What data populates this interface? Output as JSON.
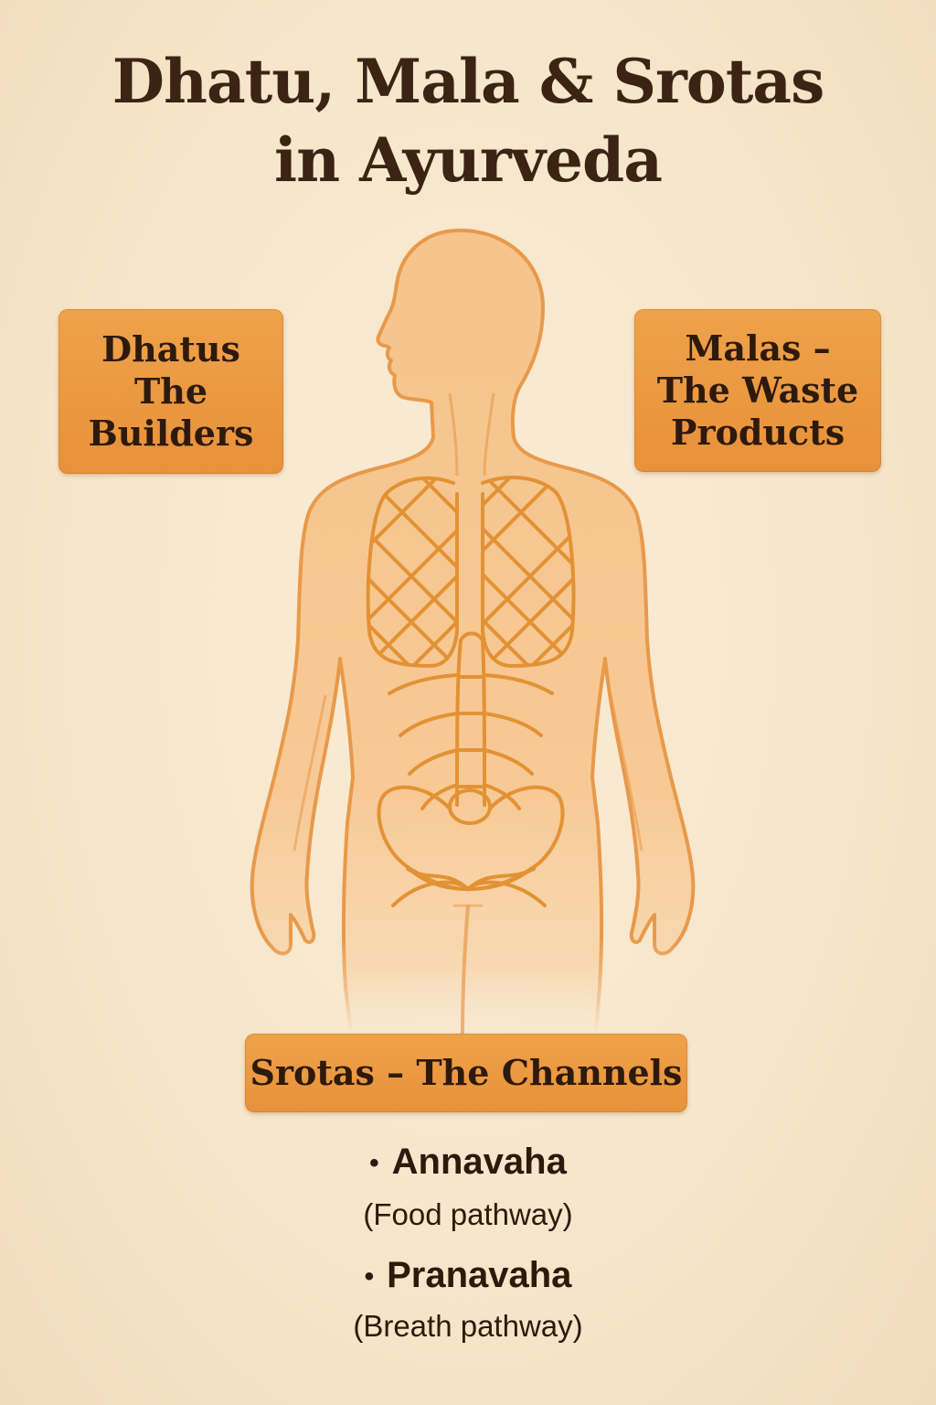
{
  "title": {
    "line1": "Dhatu, Mala & Srotas",
    "line2": "in Ayurveda"
  },
  "labels": {
    "dhatus": "Dhatus\nThe\nBuilders",
    "malas": "Malas –\nThe Waste\nProducts",
    "srotas": "Srotas – The Channels"
  },
  "srotas_list": [
    {
      "name": "Annavaha",
      "description": "(Food pathway)"
    },
    {
      "name": "Pranavaha",
      "description": "(Breath pathway)"
    }
  ],
  "colors": {
    "background": "#f7e8cf",
    "body_fill": "#f6c58f",
    "body_outline": "#e89a48",
    "channel_lines": "#e29234",
    "label_box": "#eea24a",
    "text": "#3b2414"
  }
}
